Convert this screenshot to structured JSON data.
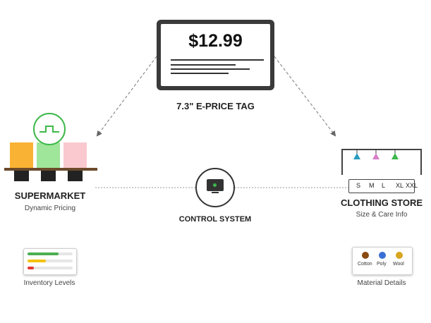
{
  "price_tag": {
    "price": "$12.99",
    "caption": "7.3\" E-PRICE TAG"
  },
  "supermarket": {
    "title": "SUPERMARKET",
    "subtitle": "Dynamic Pricing",
    "crates": [
      {
        "color": "#f9b233"
      },
      {
        "color": "#9fe59a"
      },
      {
        "color": "#f9c9cf"
      }
    ],
    "signal_color": "#3db84a"
  },
  "control": {
    "title": "CONTROL SYSTEM",
    "led_color": "#3db84a"
  },
  "clothing": {
    "title": "CLOTHING STORE",
    "subtitle": "Size & Care Info",
    "sizes": [
      "S",
      "M",
      "L",
      "XL",
      "XXL"
    ],
    "hangers": [
      {
        "color": "#2a9dbf"
      },
      {
        "color": "#d57fc8"
      },
      {
        "color": "#3db84a"
      }
    ]
  },
  "inventory": {
    "caption": "Inventory Levels",
    "levels": [
      {
        "color": "#4caf50",
        "fraction": 0.68
      },
      {
        "color": "#f4c20d",
        "fraction": 0.4
      },
      {
        "color": "#e53935",
        "fraction": 0.14
      }
    ]
  },
  "materials": {
    "caption": "Material Details",
    "items": [
      {
        "label": "Cotton",
        "color": "#8b4a12"
      },
      {
        "label": "Poly",
        "color": "#3a6fd6"
      },
      {
        "label": "Wool",
        "color": "#d8a51e"
      }
    ]
  }
}
